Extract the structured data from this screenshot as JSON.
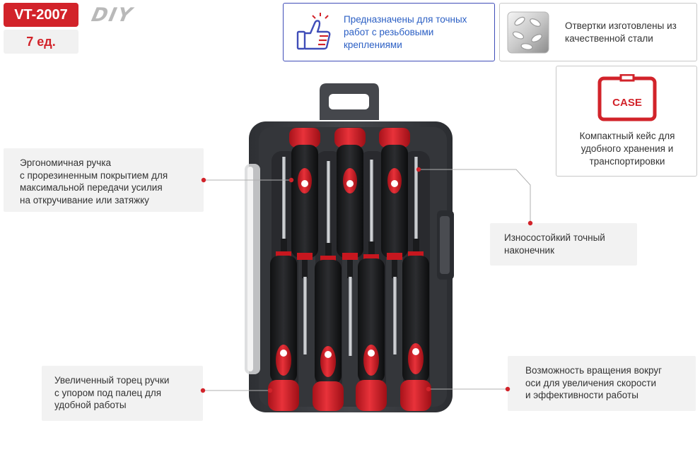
{
  "header": {
    "model": "VT-2007",
    "series": "DIY",
    "count": "7 ед."
  },
  "features": {
    "precision": "Предназначены для точных работ с резьбовыми креплениями",
    "steel": "Отвертки изготовлены из качественной стали",
    "case_label": "CASE",
    "case": "Компактный кейс для удобного хранения и транспортировки"
  },
  "callouts": {
    "handle": "Эргономичная ручка\nс прорезиненным покрытием для\nмаксимальной передачи усилия\nна откручивание или затяжку",
    "tip": "Износостойкий точный\nнаконечник",
    "end": "Увеличенный торец ручки\nс упором под палец для\nудобной работы",
    "rotation": "Возможность вращения вокруг\nоси для увеличения скорости\nи эффективности работы"
  },
  "colors": {
    "accent": "#d2232a",
    "blue": "#3f4db8",
    "callout_bg": "#f2f2f2",
    "case_dark": "#3a3c40"
  },
  "icons": {
    "precision": "thumbs-up-icon",
    "steel": "steel-leaves-icon",
    "case": "case-icon"
  }
}
